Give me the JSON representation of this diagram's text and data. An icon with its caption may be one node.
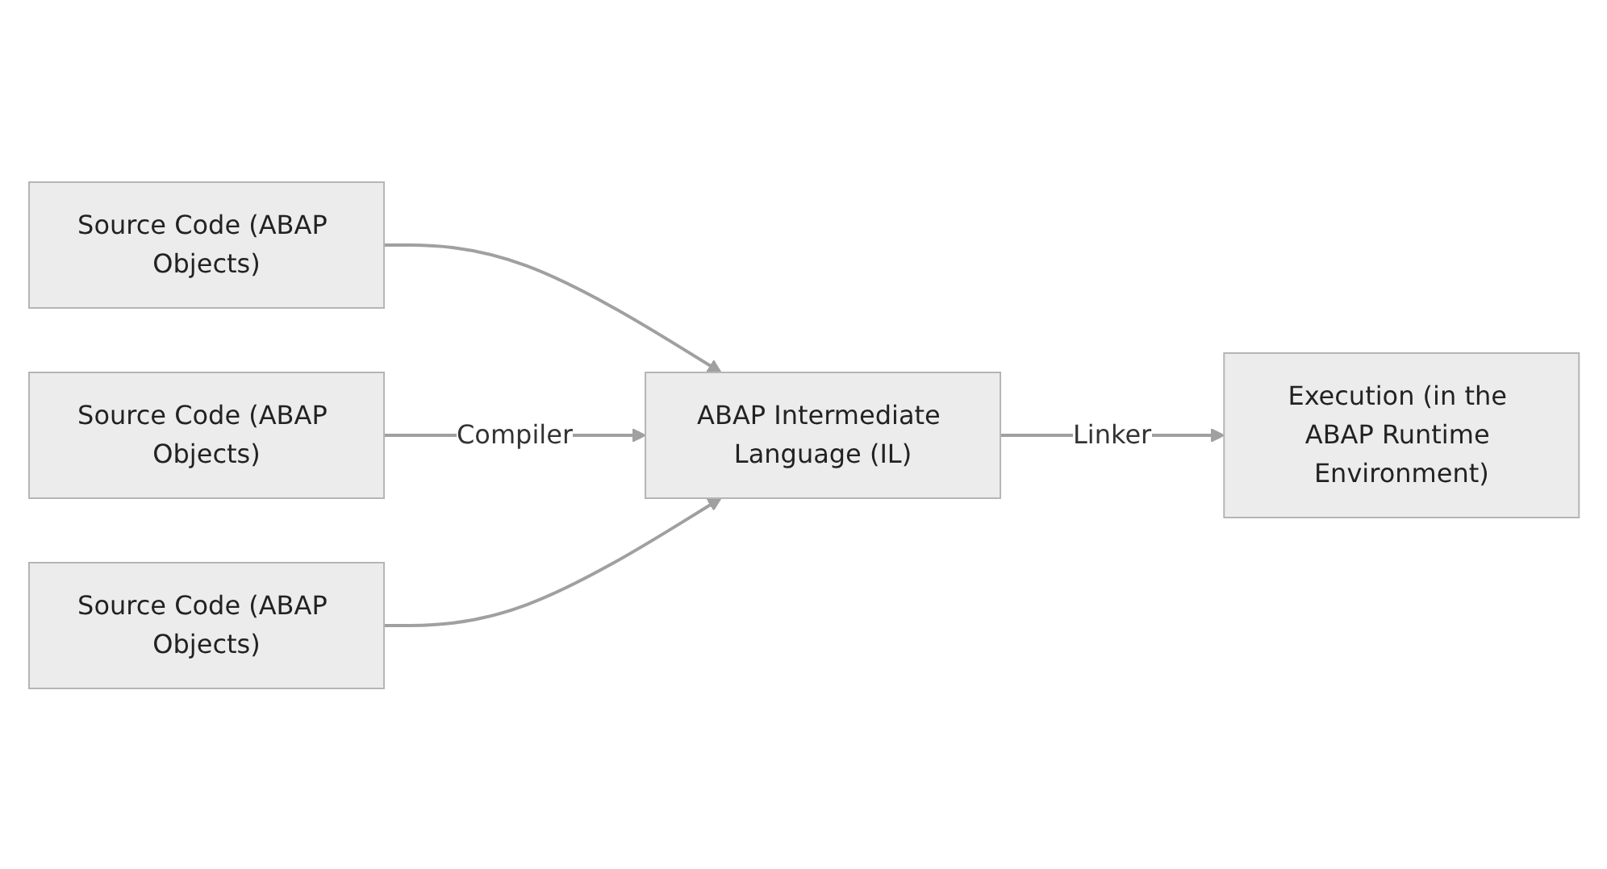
{
  "diagram": {
    "nodes": [
      {
        "text": [
          "Source Code (ABAP Objects)"
        ]
      },
      {
        "text": [
          "Source Code (ABAP Objects)"
        ]
      },
      {
        "text": [
          "Source Code (ABAP Objects)"
        ]
      },
      {
        "text": [
          "ABAP Intermediate Language (IL)"
        ]
      },
      {
        "text": [
          "Execution (in the ABAP Runtime Environment)"
        ]
      }
    ],
    "edges": [
      {
        "from": 0,
        "to": 3,
        "arrow": "to"
      },
      {
        "from": 1,
        "to": 3,
        "arrow": "to",
        "label": "Compiler"
      },
      {
        "from": 2,
        "to": 3,
        "arrow": "to"
      },
      {
        "from": 3,
        "to": 4,
        "arrow": "to",
        "label": "Linker"
      }
    ]
  }
}
